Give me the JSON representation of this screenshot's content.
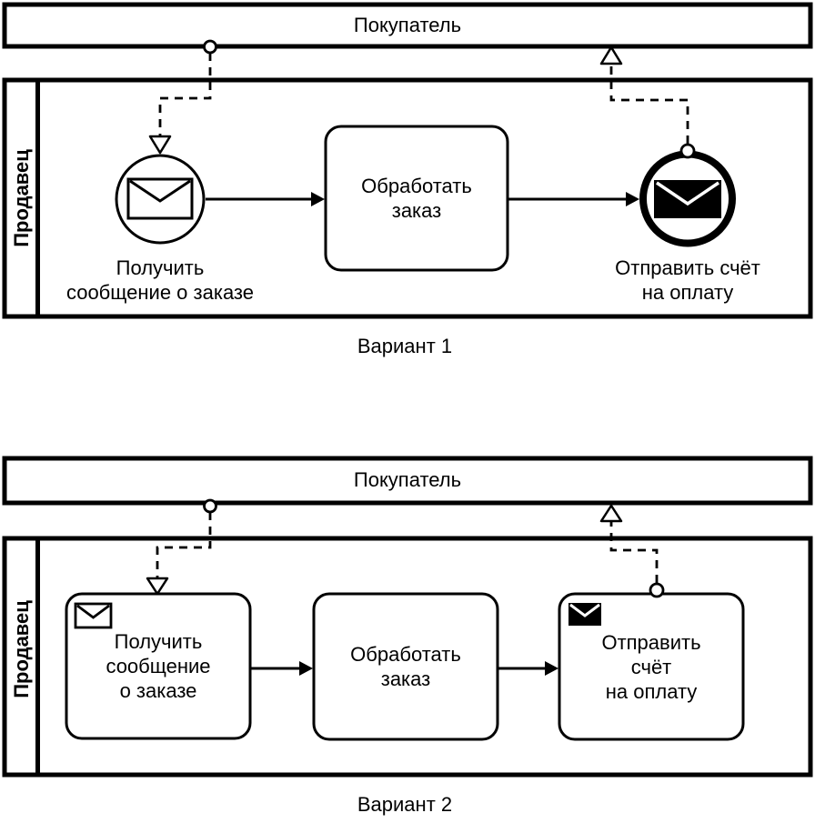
{
  "colors": {
    "stroke": "#000000",
    "fill": "#ffffff"
  },
  "diagram1": {
    "buyer_pool_label": "Покупатель",
    "seller_pool_label": "Продавец",
    "start_event_label": "Получить\nсообщение о заказе",
    "task_label": "Обработать\nзаказ",
    "end_event_label": "Отправить счёт\nна оплату",
    "caption": "Вариант 1"
  },
  "diagram2": {
    "buyer_pool_label": "Покупатель",
    "seller_pool_label": "Продавец",
    "task1_label": "Получить\nсообщение\nо заказе",
    "task2_label": "Обработать\nзаказ",
    "task3_label": "Отправить\nсчёт\nна оплату",
    "caption": "Вариант 2"
  }
}
